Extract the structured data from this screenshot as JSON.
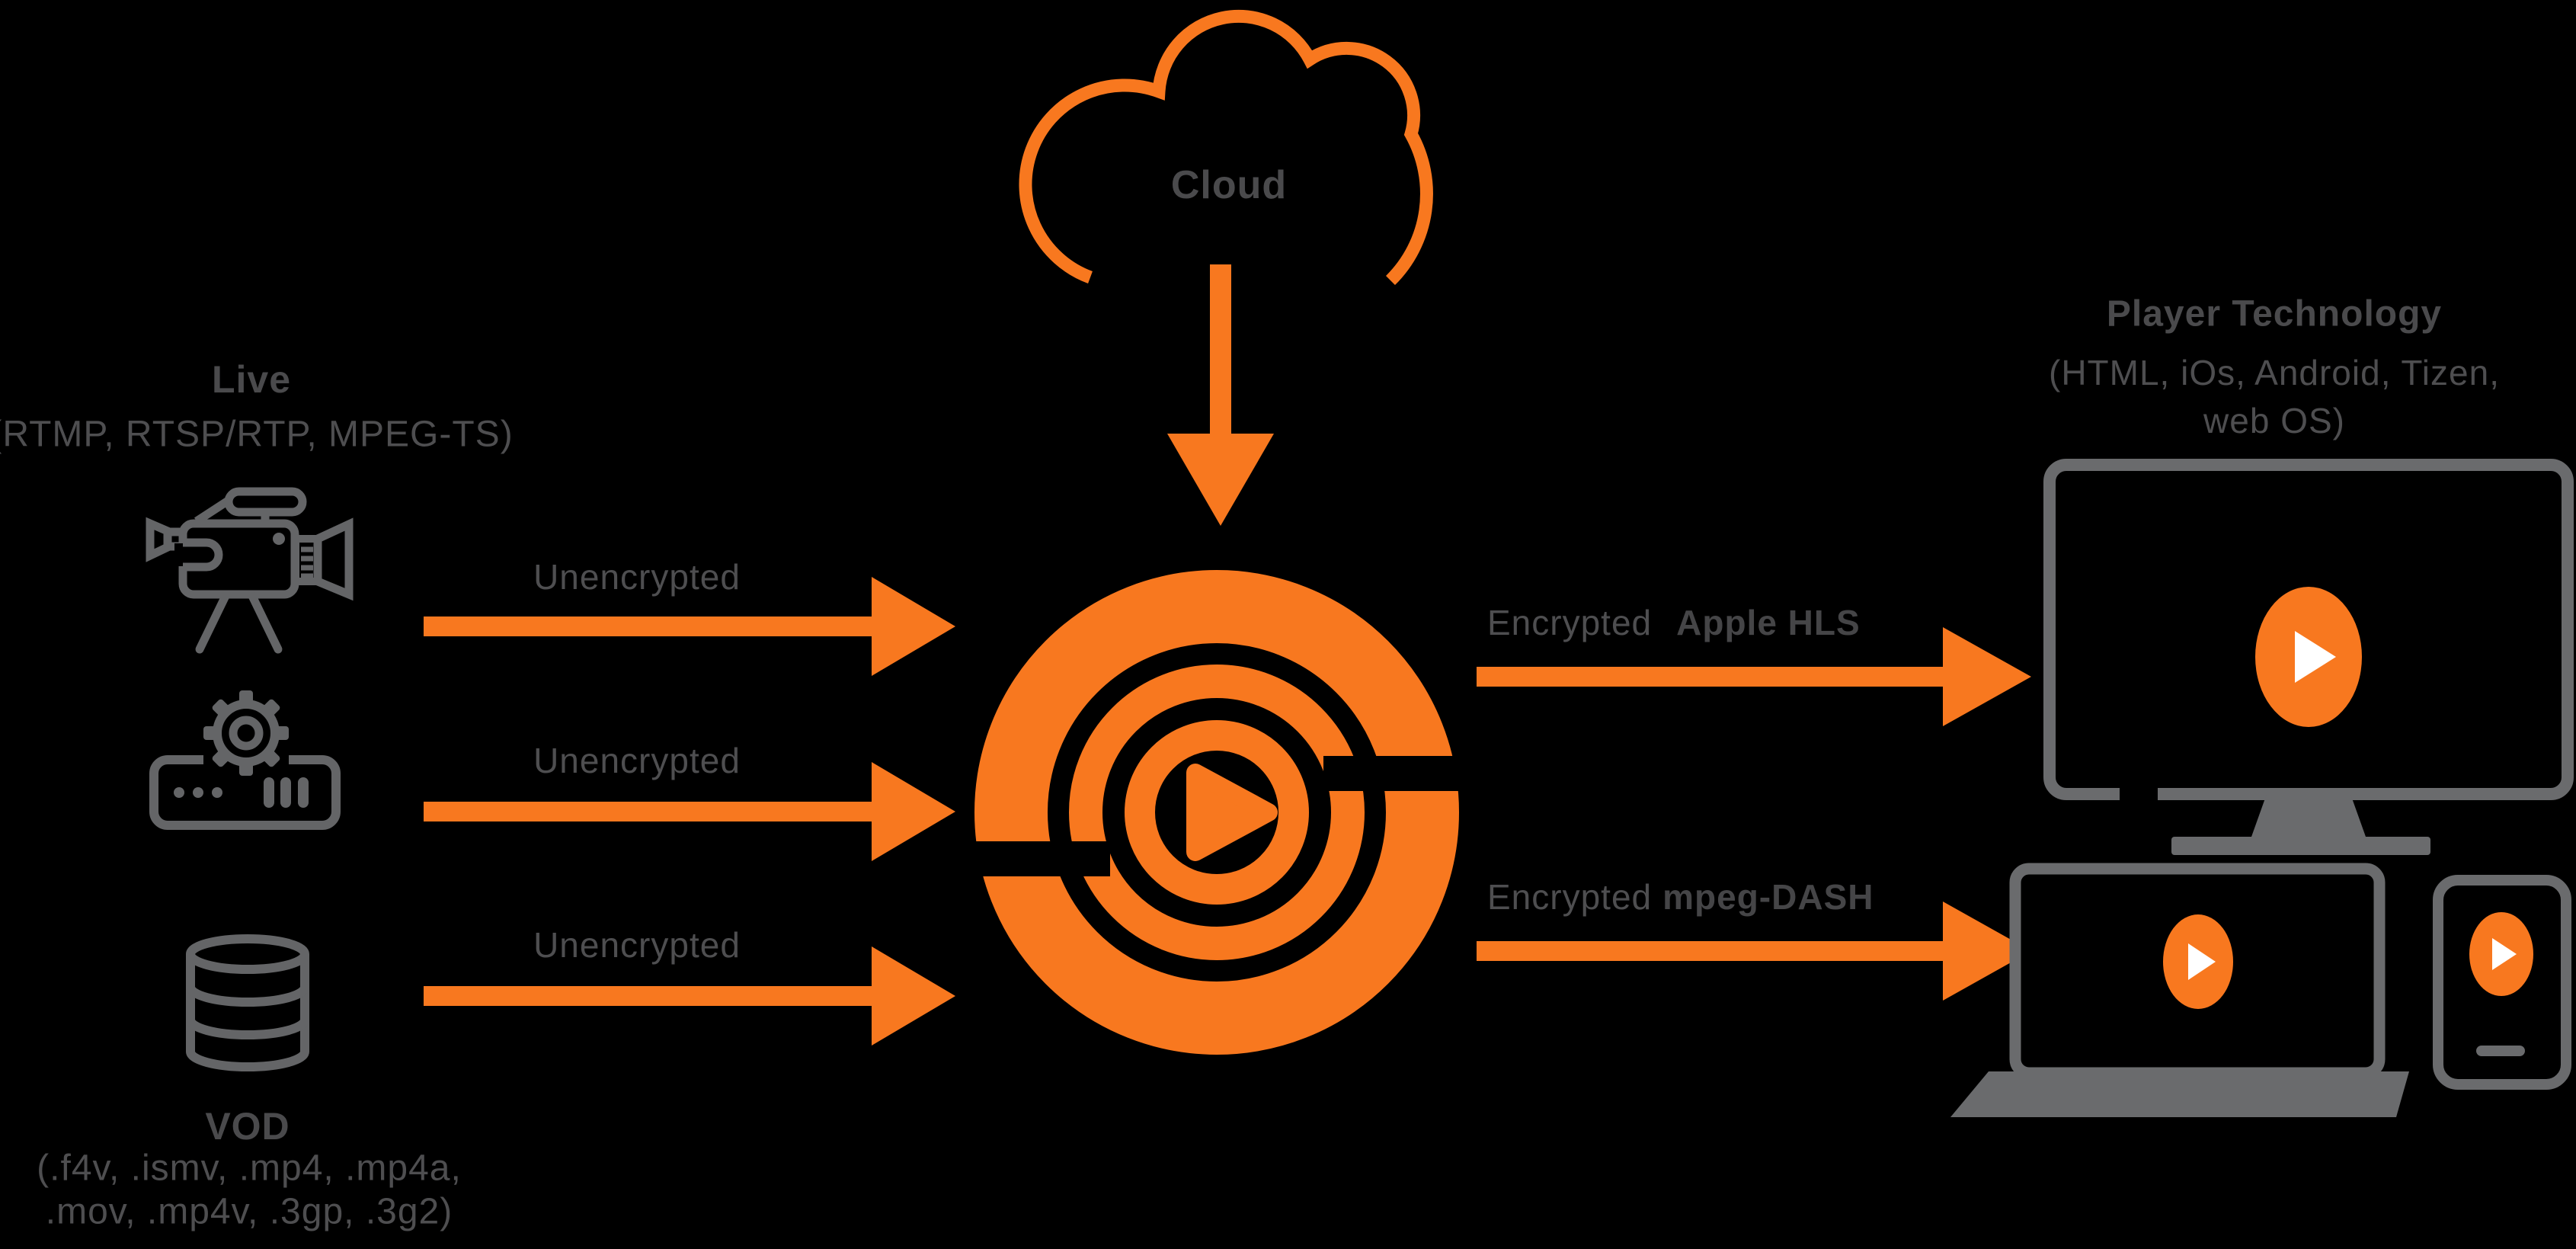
{
  "colors": {
    "orange": "#F8781F",
    "text_gray": "#4E4E50",
    "icon_gray": "#646567",
    "device_gray": "#6A6B6D",
    "background": "#000000"
  },
  "cloud": {
    "label": "Cloud"
  },
  "sources": {
    "live": {
      "title": "Live",
      "subtitle": "(RTMP, RTSP/RTP, MPEG-TS)"
    },
    "vod": {
      "title": "VOD",
      "subtitle_line1": "(.f4v, .ismv, .mp4, .mp4a,",
      "subtitle_line2": ".mov, .mp4v, .3gp, .3g2)"
    }
  },
  "flows": {
    "in1": "Unencrypted",
    "in2": "Unencrypted",
    "in3": "Unencrypted",
    "out1": {
      "prefix": "Encrypted",
      "protocol": "Apple HLS"
    },
    "out2": {
      "prefix": "Encrypted",
      "protocol": "mpeg-DASH"
    }
  },
  "players": {
    "title": "Player Technology",
    "subtitle_line1": "(HTML, iOs, Android, Tizen,",
    "subtitle_line2": "web OS)"
  },
  "icons": {
    "center": "streaming-server-logo",
    "left": [
      "video-camera-icon",
      "encoder-icon",
      "database-icon"
    ],
    "right": [
      "monitor-icon",
      "laptop-icon",
      "tablet-icon"
    ],
    "top": "cloud-icon"
  }
}
